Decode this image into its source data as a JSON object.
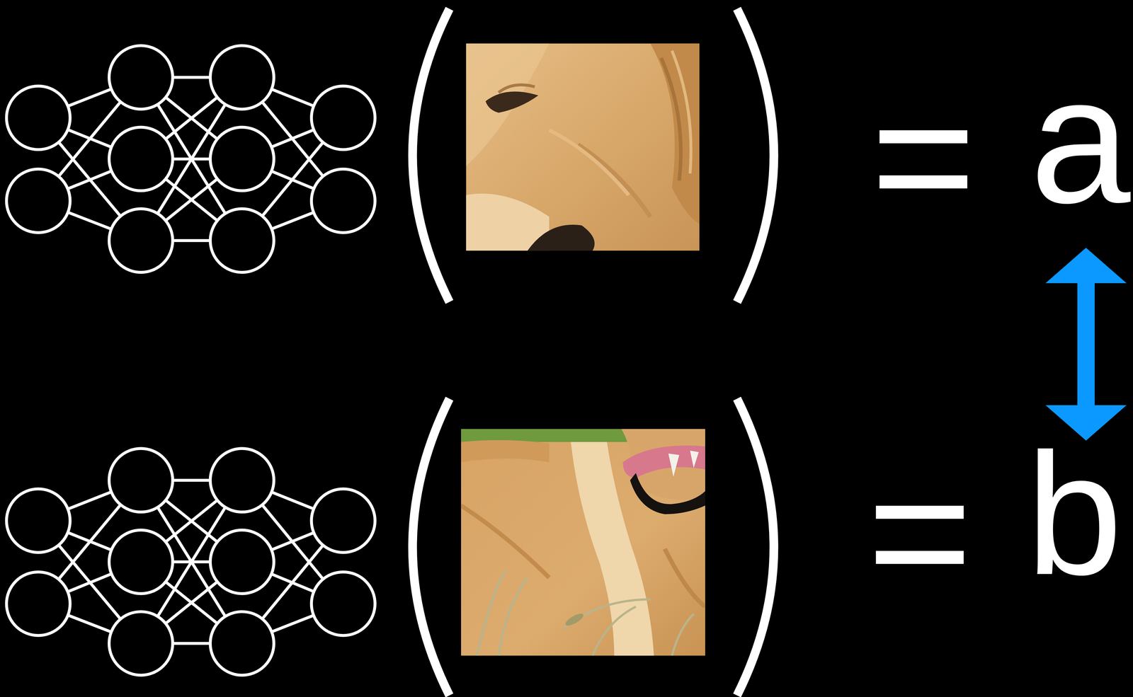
{
  "diagram": {
    "labels": [
      "=",
      "a",
      "=",
      "b"
    ]
  }
}
